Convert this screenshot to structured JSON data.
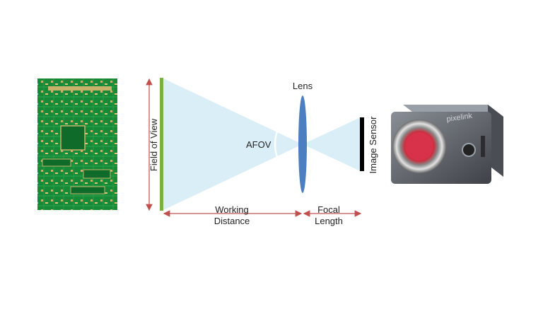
{
  "labels": {
    "field_of_view": "Field of View",
    "lens": "Lens",
    "afov": "AFOV",
    "image_sensor": "Image Sensor",
    "working_distance": "Working\nDistance",
    "focal_length": "Focal\nLength"
  },
  "camera": {
    "brand_text": "pixelink"
  },
  "colors": {
    "cone": "#d9eef6",
    "lens": "#4c7fc2",
    "object_plane": "#7ab040",
    "arrow": "#c0504d",
    "sensor": "#000000",
    "pcb": "#1a8a3a",
    "camera_body": "#5b5f66"
  }
}
